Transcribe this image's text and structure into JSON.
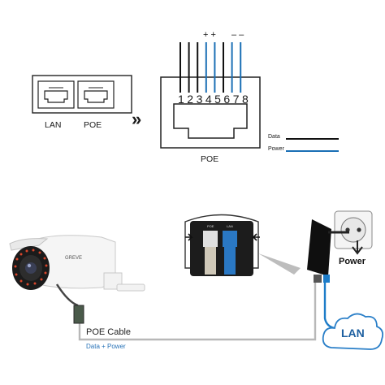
{
  "top_panel": {
    "dual_port": {
      "labels": [
        "LAN",
        "POE"
      ]
    },
    "arrow_glyph": "»",
    "pinout": {
      "caption": "POE",
      "pin_numbers": "12345678",
      "polarity": {
        "plus": "+ +",
        "minus": "– –"
      },
      "wire_colors": [
        "#111111",
        "#111111",
        "#111111",
        "#1a6fb5",
        "#1a6fb5",
        "#111111",
        "#1a6fb5",
        "#1a6fb5"
      ]
    },
    "legend": {
      "items": [
        {
          "label": "Data",
          "color": "#111111"
        },
        {
          "label": "Power",
          "color": "#1a6fb5"
        }
      ]
    }
  },
  "bottom_panel": {
    "camera_brand": "GREVE",
    "socket_labels": [
      "POE",
      "LAN"
    ],
    "power_label": "Power",
    "cloud_label": "LAN",
    "cable_label": "POE Cable",
    "cable_sublabel": "Data + Power",
    "colors": {
      "cable_gray": "#b8b8b8",
      "cable_blue": "#1d7cc8",
      "cloud_text": "#1d5fa0",
      "sublabel": "#2a74b8"
    }
  }
}
